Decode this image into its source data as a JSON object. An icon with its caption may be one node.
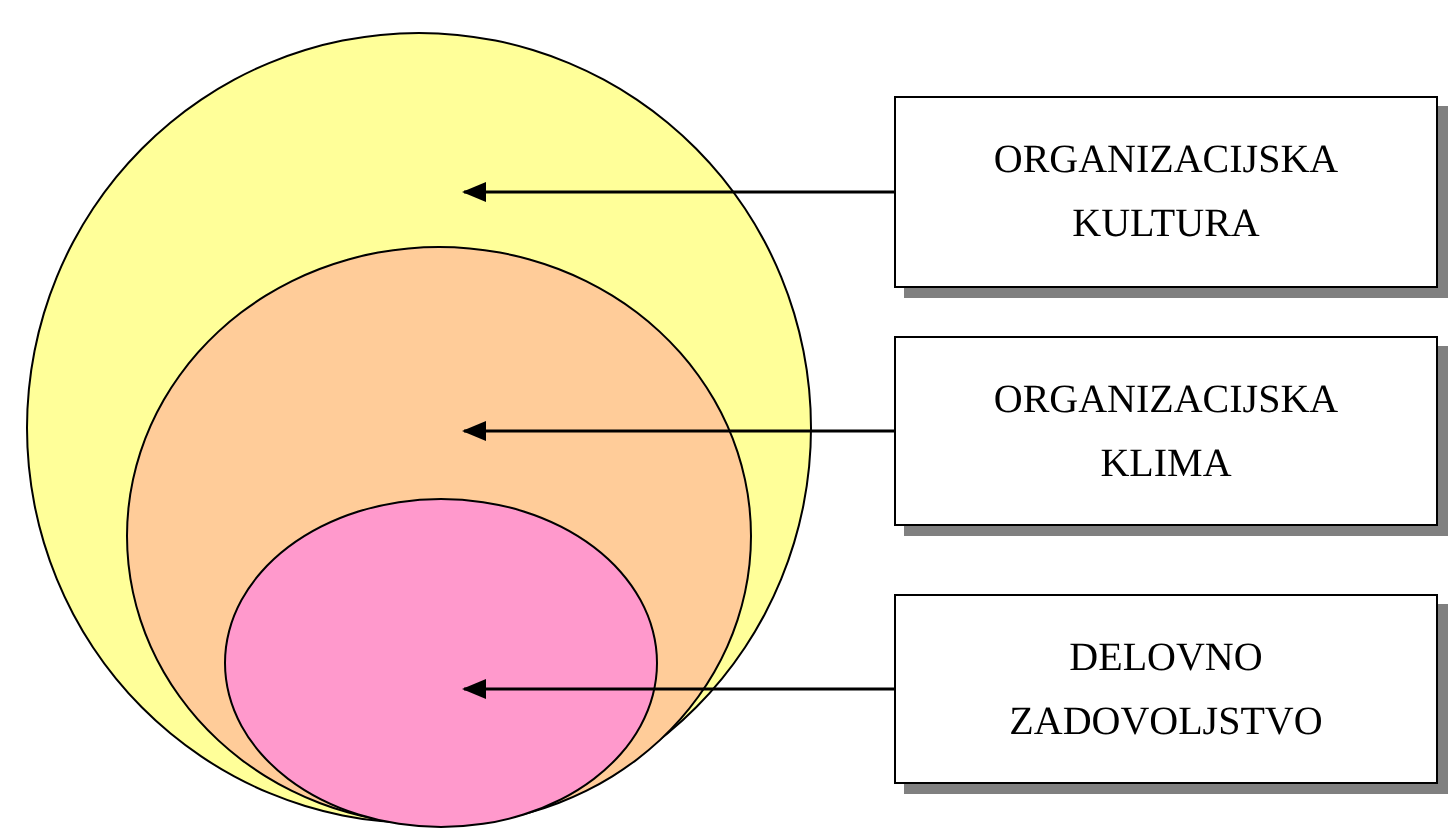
{
  "diagram": {
    "nodes": [
      {
        "text": [],
        "shape": "circle"
      },
      {
        "text": [],
        "shape": "circle",
        "in": 0
      },
      {
        "text": [],
        "shape": "circle",
        "in": 1
      },
      {
        "text": [
          "ORGANIZACIJSKA KULTURA"
        ]
      },
      {
        "text": [
          "ORGANIZACIJSKA KLIMA"
        ]
      },
      {
        "text": [
          "DELOVNO ZADOVOLJSTVO"
        ]
      }
    ],
    "edges": [
      {
        "from": 3,
        "to": null,
        "arrow": "to"
      },
      {
        "from": 4,
        "to": null,
        "arrow": "to"
      },
      {
        "from": 5,
        "to": 2,
        "arrow": "to"
      }
    ]
  }
}
